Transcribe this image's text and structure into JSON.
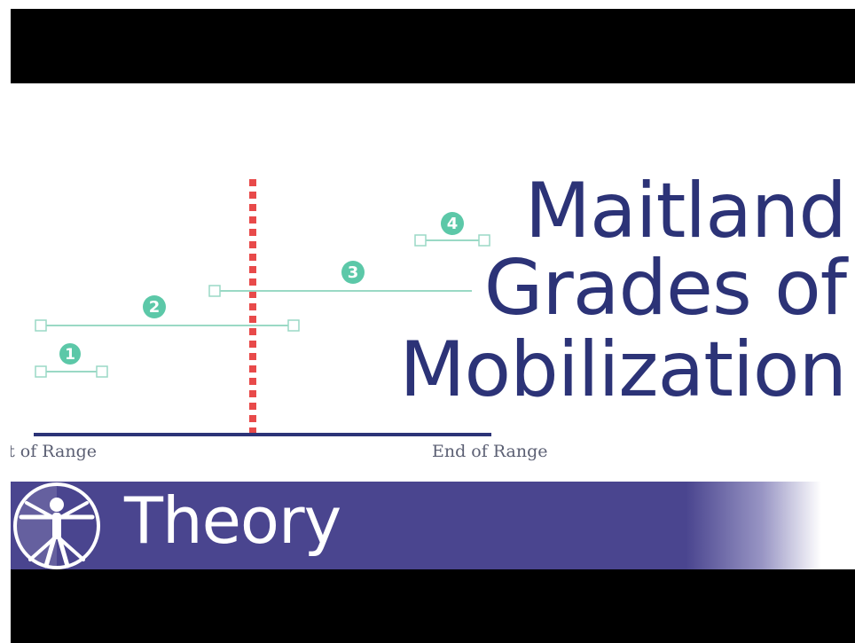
{
  "title": {
    "line1": "Maitland",
    "line2": "Grades of",
    "line3": "Mobilization"
  },
  "range_labels": {
    "start": "rt of Range",
    "end": "End of Range"
  },
  "grades": [
    {
      "number": "1"
    },
    {
      "number": "2"
    },
    {
      "number": "3"
    },
    {
      "number": "4"
    }
  ],
  "banner": {
    "label": "Theory"
  },
  "logo_icon": "vitruvian-man-icon",
  "colors": {
    "title": "#2c3377",
    "grade_teal": "#5cc8a8",
    "grade_line": "#9ad9c5",
    "limit_red": "#e84a4a",
    "axis": "#2c3377",
    "banner": "#4a458f",
    "letterbox": "#000000"
  }
}
